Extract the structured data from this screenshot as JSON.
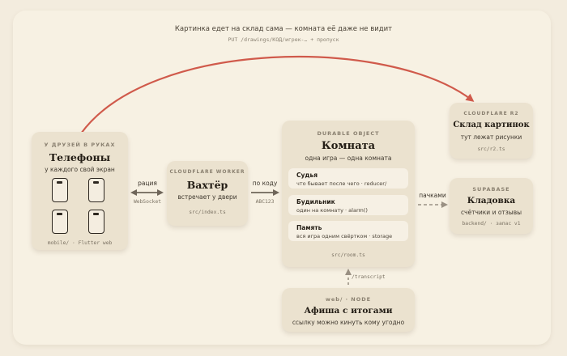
{
  "header": {
    "caption": "Картинка едет на склад сама — комната её даже не видит",
    "subcaption": "PUT /drawings/КОД/игрек-… + пропуск"
  },
  "phones": {
    "kicker": "У ДРУЗЕЙ В РУКАХ",
    "title": "Телефоны",
    "subtitle": "у каждого свой экран",
    "path": "mobile/ · Flutter web"
  },
  "worker": {
    "kicker": "CLOUDFLARE WORKER",
    "title": "Вахтёр",
    "subtitle": "встречает у двери",
    "path": "src/index.ts"
  },
  "room": {
    "kicker": "DURABLE OBJECT",
    "title": "Комната",
    "subtitle": "одна игра — одна комната",
    "path": "src/room.ts",
    "items": [
      {
        "title": "Судья",
        "desc": "что бывает после чего · reducer/"
      },
      {
        "title": "Будильник",
        "desc": "один на комнату · alarm()"
      },
      {
        "title": "Память",
        "desc": "вся игра одним свёртком · storage"
      }
    ]
  },
  "r2": {
    "kicker": "CLOUDFLARE R2",
    "title": "Склад картинок",
    "subtitle": "тут лежат рисунки",
    "path": "src/r2.ts"
  },
  "supabase": {
    "kicker": "SUPABASE",
    "title": "Кладовка",
    "subtitle": "счётчики и отзывы",
    "path": "backend/ · запас v1"
  },
  "node": {
    "kicker": "web/ · NODE",
    "title": "Афиша с итогами",
    "subtitle": "ссылку можно кинуть кому угодно"
  },
  "edges": {
    "phones_worker": {
      "label": "рация",
      "sub": "WebSocket"
    },
    "worker_room": {
      "label": "по коду",
      "sub": "ABC123"
    },
    "room_supabase": {
      "label": "пачками"
    },
    "node_room": {
      "label": "/transcript"
    }
  },
  "colors": {
    "accent_arrow": "#d05a4b",
    "arrow": "#6f665a",
    "card": "#ebe2cf",
    "inner": "#f6f0e4"
  }
}
